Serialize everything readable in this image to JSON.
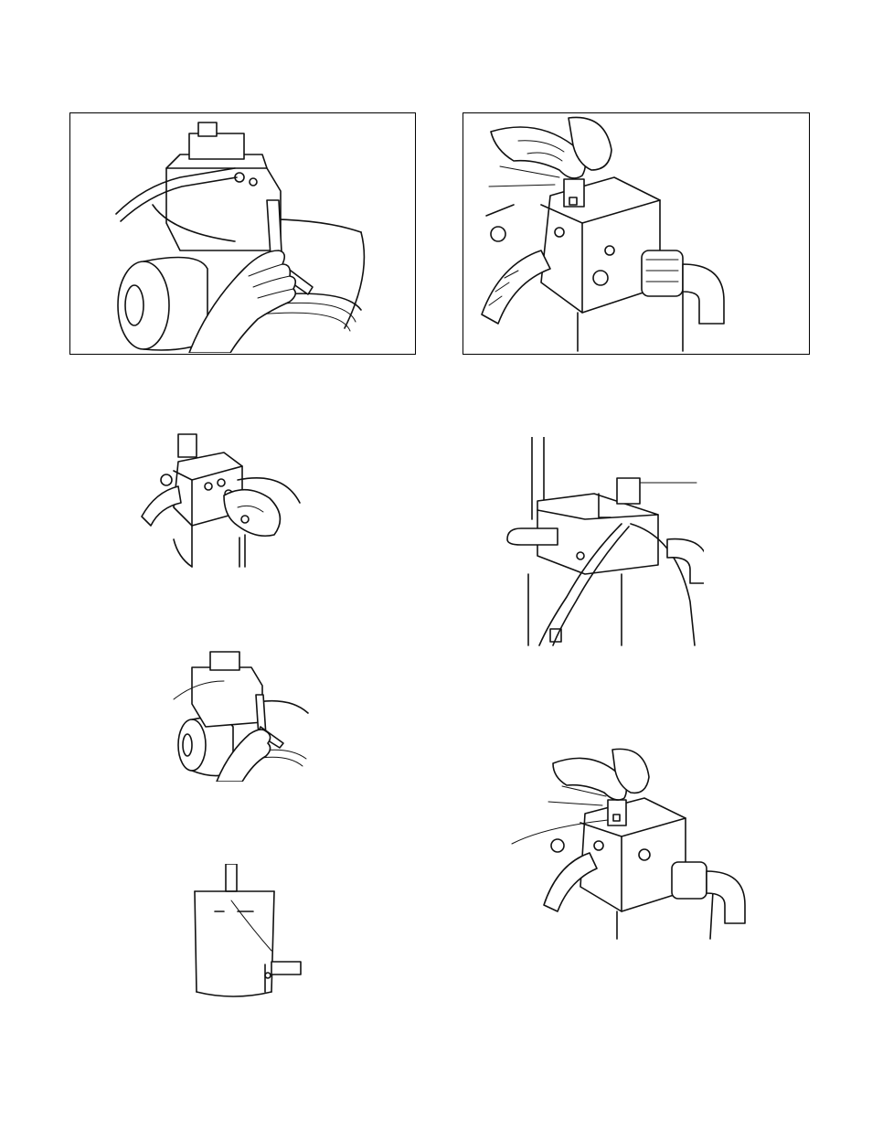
{
  "figures": [
    {
      "id": "fig-1",
      "subject": "hand-turning-valve-on-pump-assembly",
      "boxed": true
    },
    {
      "id": "fig-2",
      "subject": "hand-pressing-manifold-button",
      "boxed": true
    },
    {
      "id": "fig-3",
      "subject": "manifold-block-with-hose",
      "boxed": false
    },
    {
      "id": "fig-4",
      "subject": "manifold-with-leader-line",
      "boxed": false
    },
    {
      "id": "fig-5",
      "subject": "hand-turning-valve-small",
      "boxed": false
    },
    {
      "id": "fig-6",
      "subject": "manifold-button-with-leader-lines",
      "boxed": false
    },
    {
      "id": "fig-7",
      "subject": "cylinder-with-port",
      "boxed": false
    }
  ]
}
